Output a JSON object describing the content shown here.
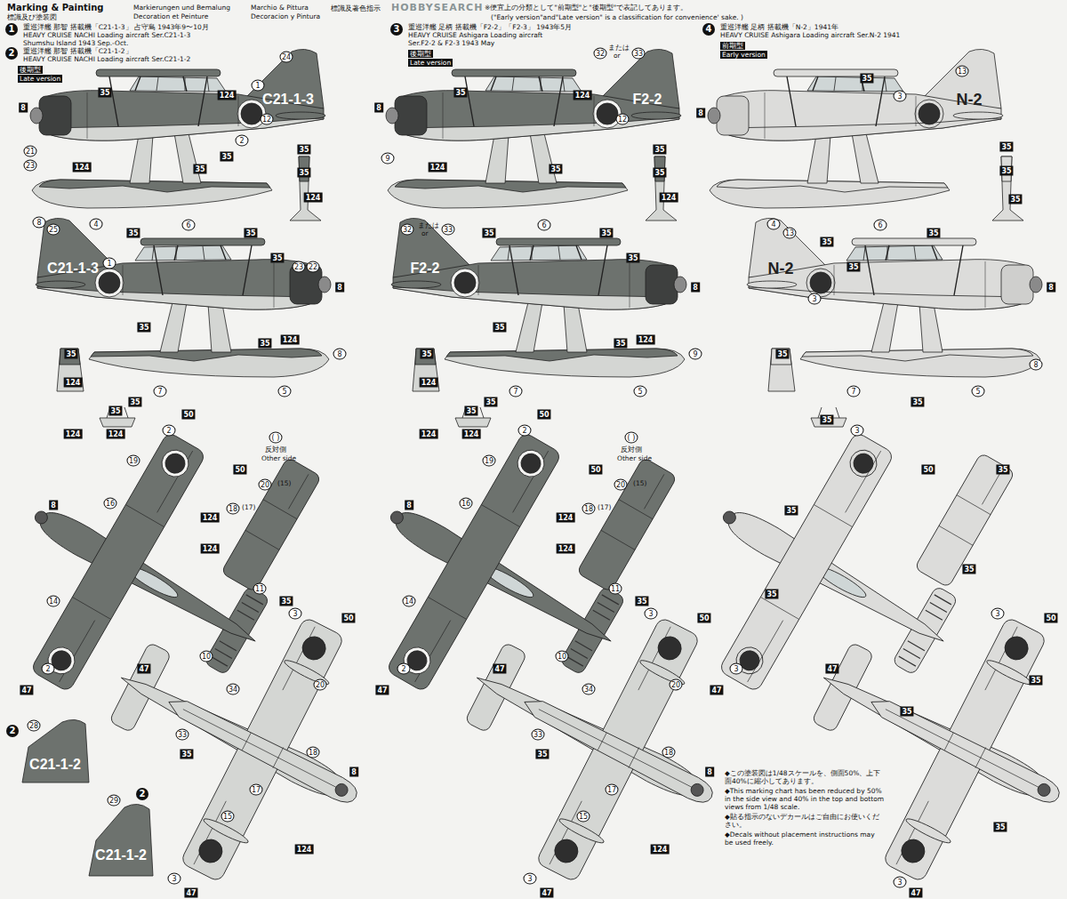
{
  "diagram": {
    "title": "Marking & Painting",
    "labels": [
      "HOBBYSEARCH",
      "Markierungen und Bemalung",
      "Decoration et Peinture",
      "Marchio & Pittura",
      "Decoracion y Pintura",
      "標識及著色指示",
      "標識及び塗装図",
      "※便宜上の分類として\"前期型\"と\"後期型\"で表記してあります。",
      "(\"Early version\"and\"Late version\" is a classification for convenience' sake. )",
      "1",
      "重巡洋艦 那智 搭載機「C21-1-3」 占守島 1943年9〜10月",
      "HEAVY CRUISE NACHI Loading aircraft Ser.C21-1-3",
      "Shumshu Island 1943 Sep.-Oct.",
      "2",
      "重巡洋艦 那智 搭載機「C21-1-2」",
      "HEAVY CRUISE NACHI Loading aircraft Ser.C21-1-2",
      "後期型",
      "Late version",
      "3",
      "重巡洋艦 足柄 搭載機「F2-2」「F2-3」 1943年5月",
      "HEAVY CRUISE Ashigara Loading aircraft",
      "Ser.F2-2 & F2-3 1943 May",
      "後期型",
      "Late version",
      "4",
      "重巡洋艦 足柄 搭載機「N-2」1941年",
      "HEAVY CRUISE Ashigara Loading aircraft Ser.N-2 1941",
      "前期型",
      "Early version",
      "24",
      "C21-1-3",
      "1",
      "35",
      "124",
      "12",
      "8",
      "21",
      "23",
      "2",
      "35",
      "35",
      "124",
      "35",
      "35",
      "124",
      "8",
      "4",
      "6",
      "35",
      "35",
      "C21-1-3",
      "25",
      "1",
      "35",
      "23",
      "22",
      "8",
      "35",
      "124",
      "35",
      "8",
      "7",
      "5",
      "35",
      "35",
      "124",
      "35",
      "124",
      "124",
      "50",
      "2",
      "50",
      "19",
      "16",
      "8",
      "124",
      "124",
      "14",
      "2",
      "47",
      "47",
      "( )",
      "反対側",
      "Other side",
      "20",
      "(15)",
      "18",
      "(17)",
      "11",
      "10",
      "34",
      "35",
      "3",
      "50",
      "20",
      "33",
      "35",
      "18",
      "8",
      "17",
      "15",
      "124",
      "3",
      "47",
      "2",
      "28",
      "C21-1-2",
      "C21-1-2",
      "29",
      "2",
      "32",
      "または",
      "or",
      "33",
      "F2-2",
      "35",
      "124",
      "12",
      "8",
      "9",
      "124",
      "35",
      "35",
      "35",
      "124",
      "6",
      "35",
      "35",
      "32",
      "または",
      "or",
      "33",
      "F2-2",
      "35",
      "8",
      "35",
      "124",
      "35",
      "9",
      "7",
      "5",
      "35",
      "35",
      "124",
      "35",
      "124",
      "124",
      "50",
      "2",
      "50",
      "19",
      "16",
      "8",
      "124",
      "124",
      "14",
      "2",
      "47",
      "47",
      "( )",
      "反対側",
      "Other side",
      "20",
      "(15)",
      "18",
      "(17)",
      "11",
      "10",
      "34",
      "35",
      "3",
      "50",
      "20",
      "33",
      "35",
      "18",
      "8",
      "17",
      "15",
      "124",
      "3",
      "47",
      "13",
      "N-2",
      "35",
      "3",
      "8",
      "35",
      "35",
      "35",
      "4",
      "6",
      "35",
      "35",
      "13",
      "N-2",
      "3",
      "35",
      "8",
      "8",
      "7",
      "5",
      "35",
      "35",
      "35",
      "3",
      "50",
      "35",
      "35",
      "35",
      "35",
      "3",
      "47",
      "47",
      "3",
      "50",
      "35",
      "35",
      "35",
      "3",
      "47",
      "◆この塗装図は1/48スケールを、側面50%、上下面40%に縮小してあります。",
      "◆This marking chart has been reduced by 50% in the side view and 40% in the top and bottom views from 1/48 scale.",
      "◆貼る指示のないデカールはご自由にお使いください。",
      "◆Decals without placement instructions may be used freely."
    ]
  }
}
